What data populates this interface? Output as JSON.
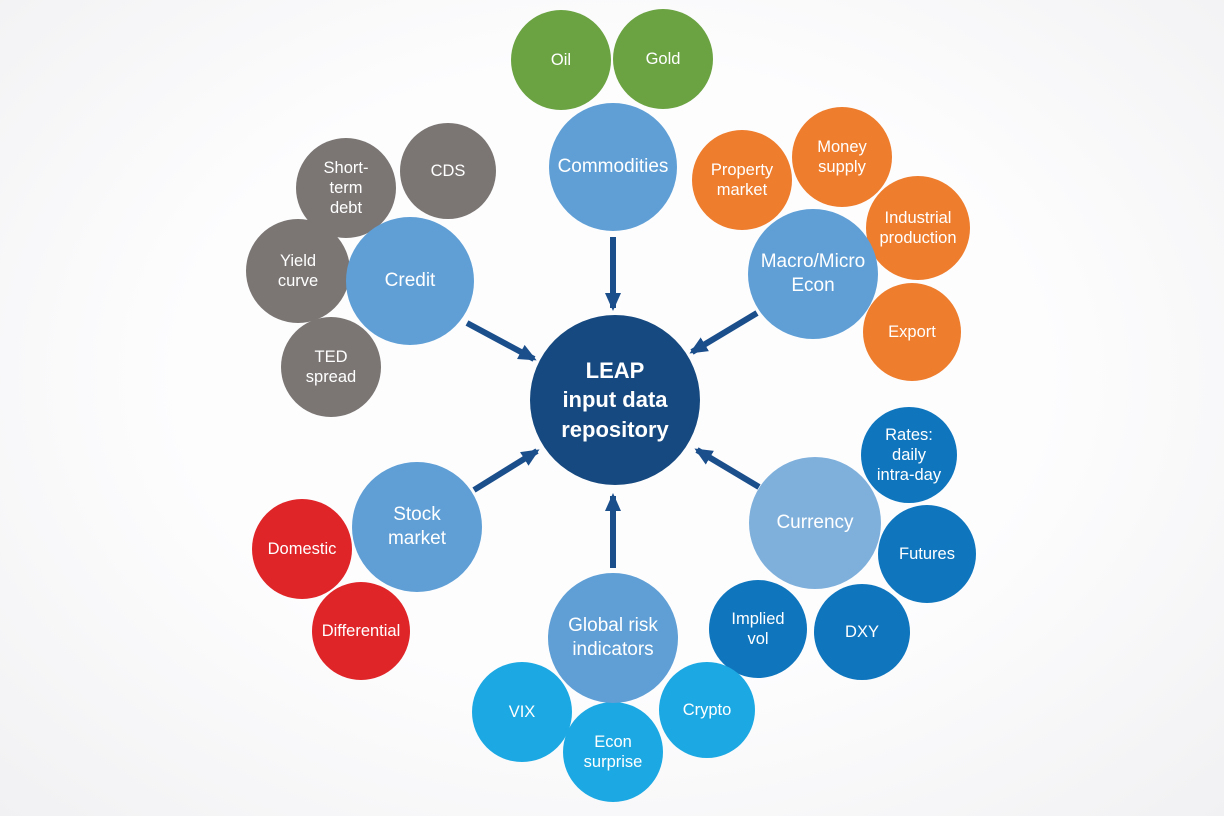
{
  "center": {
    "label": "LEAP\ninput data\nrepository"
  },
  "clusters": {
    "commodities": {
      "label": "Commodities",
      "satellites": {
        "oil": "Oil",
        "gold": "Gold"
      }
    },
    "credit": {
      "label": "Credit",
      "satellites": {
        "short_term_debt": "Short-\nterm\ndebt",
        "cds": "CDS",
        "yield_curve": "Yield\ncurve",
        "ted_spread": "TED\nspread"
      }
    },
    "macro": {
      "label": "Macro/Micro\nEcon",
      "satellites": {
        "property_market": "Property\nmarket",
        "money_supply": "Money\nsupply",
        "industrial_production": "Industrial\nproduction",
        "export": "Export"
      }
    },
    "currency": {
      "label": "Currency",
      "satellites": {
        "rates": "Rates:\ndaily\nintra-day",
        "futures": "Futures",
        "dxy": "DXY",
        "implied_vol": "Implied\nvol"
      }
    },
    "global_risk": {
      "label": "Global risk\nindicators",
      "satellites": {
        "vix": "VIX",
        "econ_surprise": "Econ\nsurprise",
        "crypto": "Crypto"
      }
    },
    "stock_market": {
      "label": "Stock\nmarket",
      "satellites": {
        "domestic": "Domestic",
        "differential": "Differential"
      }
    }
  },
  "colors": {
    "hub_navy": "#16497f",
    "arrow_navy": "#1b4f8c",
    "category_blue": "#5f9fd6",
    "currency_light_blue": "#7fb0dc",
    "commodity_green": "#6ba342",
    "credit_gray": "#7b7674",
    "macro_orange": "#ee7d2e",
    "currency_medium_blue": "#0f76be",
    "risk_cyan": "#1ca9e3",
    "stock_red": "#e02529",
    "text": "#ffffff"
  }
}
